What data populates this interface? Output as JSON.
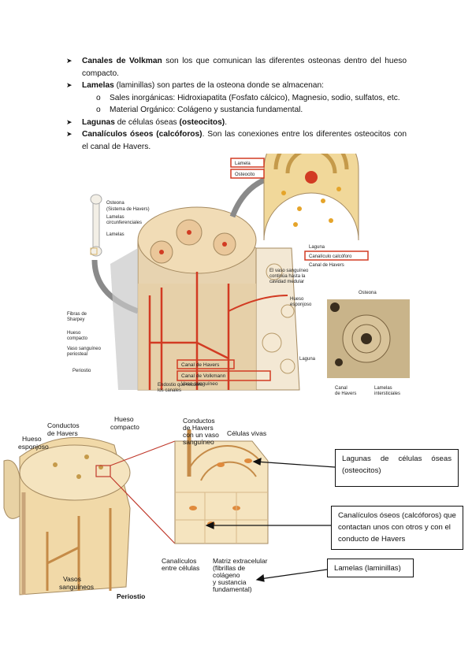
{
  "bullets": [
    {
      "bold": "Canales de Volkman",
      "text": " son los que comunican las diferentes osteonas dentro del hueso compacto."
    },
    {
      "bold": "Lamelas",
      "text": " (laminillas) son partes de la osteona donde se almacenan:"
    },
    {
      "bold": "Lagunas",
      "text": " de células óseas ",
      "bold2": "(osteocitos)",
      "tail": "."
    },
    {
      "bold": "Canalículos óseos (calcóforos)",
      "text": ". Son las conexiones entre los diferentes osteocitos con el canal de Havers."
    }
  ],
  "subitems": [
    "Sales inorgánicas: Hidroxiapatita (Fosfato cálcico), Magnesio, sodio, sulfatos, etc.",
    "Material Orgánico: Colágeno y sustancia fundamental."
  ],
  "figure1": {
    "labels": {
      "osteona": "Osteona",
      "sistema": "(Sistema de Havers)",
      "lamelas_circ1": "Lamelas",
      "lamelas_circ2": "circunferenciales",
      "lamelas": "Lamelas",
      "fibras1": "Fibras de",
      "fibras2": "Sharpey",
      "hueso_compacto1": "Hueso",
      "hueso_compacto2": "compacto",
      "vaso1": "Vaso sanguíneo",
      "vaso2": "periosteal",
      "periostio": "Periostio",
      "canal_havers": "Canal de Havers",
      "canal_volkmann": "Canal de Volkmann",
      "vaso_sanguineo": "Vaso sanguíneo",
      "endostio1": "Endostio que recubre",
      "endostio2": "los canales",
      "vaso_cont1": "El vaso sanguíneo",
      "vaso_cont2": "continúa hasta la",
      "vaso_cont3": "cavidad medular",
      "esponjoso1": "Hueso",
      "esponjoso2": "esponjoso",
      "lamela": "Lamela",
      "osteocito": "Osteocito",
      "laguna": "Laguna",
      "canaliculo": "Canalículo calcóforo",
      "canal_havers_small": "Canal de Havers",
      "micro_osteona": "Osteona",
      "micro_laguna": "Laguna",
      "micro_canal1": "Canal",
      "micro_canal2": "de Havers",
      "micro_lamelas1": "Lamelas",
      "micro_lamelas2": "intersticiales"
    }
  },
  "figure2": {
    "labels": {
      "conductos1": "Conductos",
      "conductos2": "de Havers",
      "hueso_compacto1": "Hueso",
      "hueso_compacto2": "compacto",
      "hueso_esponjoso1": "Hueso",
      "hueso_esponjoso2": "esponjoso",
      "vasos1": "Vasos",
      "vasos2": "sanguíneos",
      "periostio": "Periostio",
      "conductos_vaso1": "Conductos",
      "conductos_vaso2": "de Havers",
      "conductos_vaso3": "con un vaso",
      "conductos_vaso4": "sanguíneo",
      "celulas_vivas": "Células vivas",
      "canaliculos1": "Canalículos",
      "canaliculos2": "entre células",
      "matriz1": "Matriz extracelular",
      "matriz2": "(fibrillas de",
      "matriz3": "colágeno",
      "matriz4": "y sustancia",
      "matriz5": "fundamental)"
    }
  },
  "callouts": {
    "lagunas": "Lagunas de células óseas (osteocitos)",
    "canaliculos": "Canalículos óseos (calcóforos) que contactan unos con otros y con el conducto de Havers",
    "lamelas": "Lamelas (laminillas)"
  }
}
